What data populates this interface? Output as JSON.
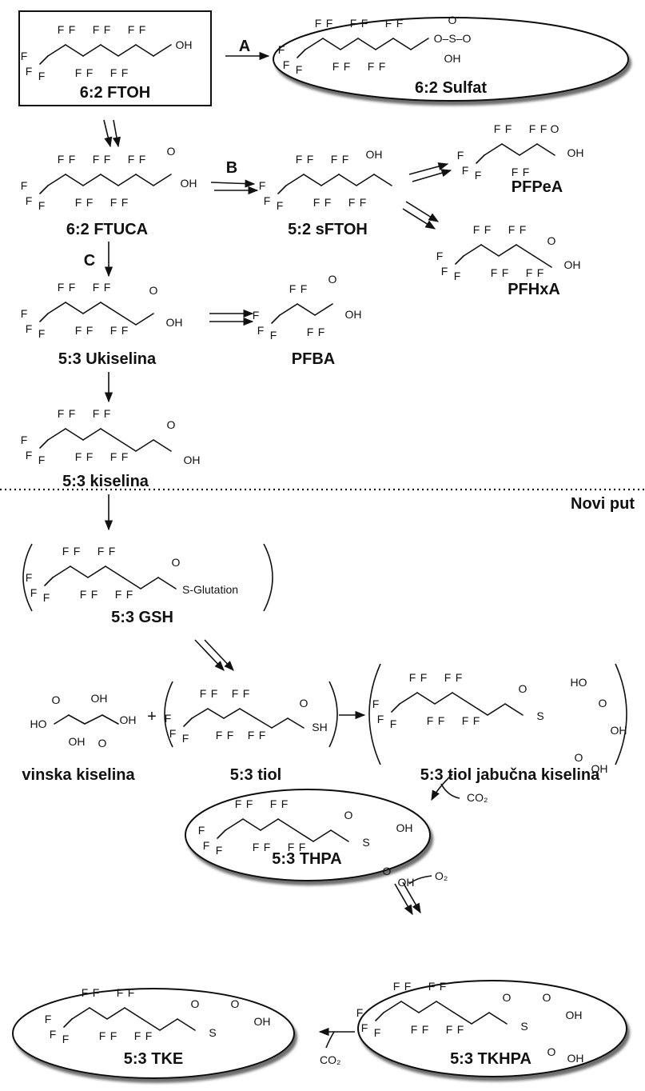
{
  "compounds": {
    "ftoh": "6:2 FTOH",
    "sulfat": "6:2 Sulfat",
    "ftuca": "6:2 FTUCA",
    "sftoh": "5:2 sFTOH",
    "pfpea": "PFPeA",
    "pfhxa": "PFHxA",
    "ukiselina": "5:3 Ukiselina",
    "pfba": "PFBA",
    "kiselina": "5:3 kiselina",
    "gsh": "5:3 GSH",
    "vinska": "vinska kiselina",
    "tiol": "5:3 tiol",
    "tiol_jabucna": "5:3  tiol jabučna kiselina",
    "thpa": "5:3 THPA",
    "tke": "5:3 TKE",
    "tkhpa": "5:3 TKHPA"
  },
  "reactions": {
    "a": "A",
    "b": "B",
    "c": "C"
  },
  "section_label": "Novi put",
  "reagents": {
    "co2_first": "CO₂",
    "o2": "O₂",
    "co2_second": "CO₂",
    "plus": "+"
  },
  "atoms": {
    "F": "F",
    "OH": "OH",
    "HO": "HO",
    "O": "O",
    "S": "S",
    "SH": "SH",
    "sulfate_o_s": "O–S–O",
    "glutation": "S-Glutation"
  }
}
